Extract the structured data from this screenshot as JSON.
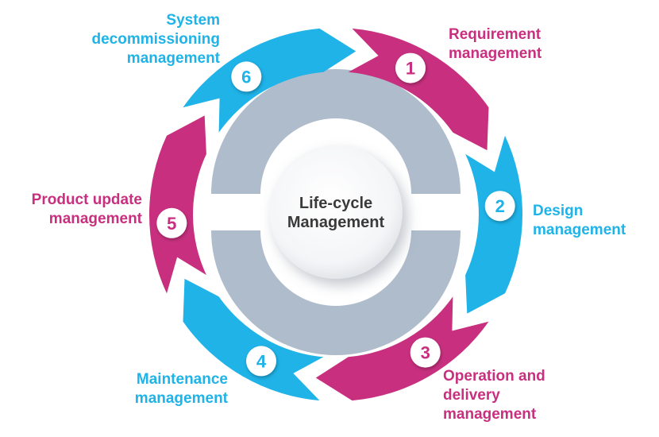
{
  "center": {
    "line1": "Life-cycle",
    "line2": "Management"
  },
  "colors": {
    "magenta": "#c8307f",
    "cyan": "#1fb3e8",
    "gray_ring": "#aebccb",
    "center_text": "#3a3a3a"
  },
  "stages": [
    {
      "number": "1",
      "lines": [
        "Requirement",
        "management"
      ],
      "color": "magenta"
    },
    {
      "number": "2",
      "lines": [
        "Design",
        "management"
      ],
      "color": "cyan"
    },
    {
      "number": "3",
      "lines": [
        "Operation and",
        "delivery",
        "management"
      ],
      "color": "magenta"
    },
    {
      "number": "4",
      "lines": [
        "Maintenance",
        "management"
      ],
      "color": "cyan"
    },
    {
      "number": "5",
      "lines": [
        "Product update",
        "management"
      ],
      "color": "magenta"
    },
    {
      "number": "6",
      "lines": [
        "System",
        "decommissioning",
        "management"
      ],
      "color": "cyan"
    }
  ]
}
